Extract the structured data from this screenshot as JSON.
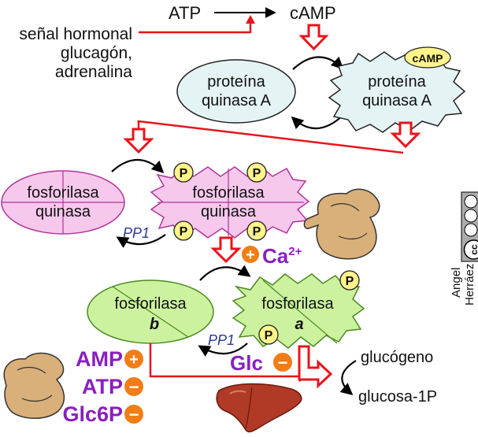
{
  "top": {
    "atp": "ATP",
    "camp": "cAMP"
  },
  "signal": {
    "line1": "señal hormonal",
    "line2": "glucagón,",
    "line3": "adrenalina"
  },
  "pka_inactive": {
    "line1": "proteína",
    "line2": "quinasa A"
  },
  "pka_active": {
    "line1": "proteína",
    "line2": "quinasa A",
    "badge": "cAMP"
  },
  "phk_inactive": {
    "line1": "fosforilasa",
    "line2": "quinasa"
  },
  "phk_active": {
    "line1": "fosforilasa",
    "line2": "quinasa"
  },
  "phosphate": "P",
  "pp1": "PP1",
  "calcium": {
    "sign": "+",
    "label": "Ca",
    "superscript": "2+"
  },
  "phos_b": {
    "line1": "fosforilasa",
    "line2": "b"
  },
  "phos_a": {
    "line1": "fosforilasa",
    "line2": "a"
  },
  "glc": {
    "label": "Glc",
    "sign": "−"
  },
  "effectors": [
    {
      "label": "AMP",
      "sign": "+"
    },
    {
      "label": "ATP",
      "sign": "−"
    },
    {
      "label": "Glc6P",
      "sign": "−"
    }
  ],
  "reaction": {
    "substrate": "glucógeno",
    "product": "glucosa-1P"
  },
  "credit": {
    "line1": "Angel",
    "line2": "Herráez"
  },
  "license": {
    "badges": [
      "cc",
      "BY",
      "NC",
      "SA"
    ]
  },
  "colors": {
    "red": "#e8141c",
    "pink": "#f6c8ec",
    "pink_stroke": "#b0349a",
    "green": "#ccf2a0",
    "green_stroke": "#4a8a1e",
    "light_blue": "#e4f3f3",
    "purple": "#8a1fbf",
    "orange": "#f07d16",
    "yellow": "#fff48a"
  }
}
